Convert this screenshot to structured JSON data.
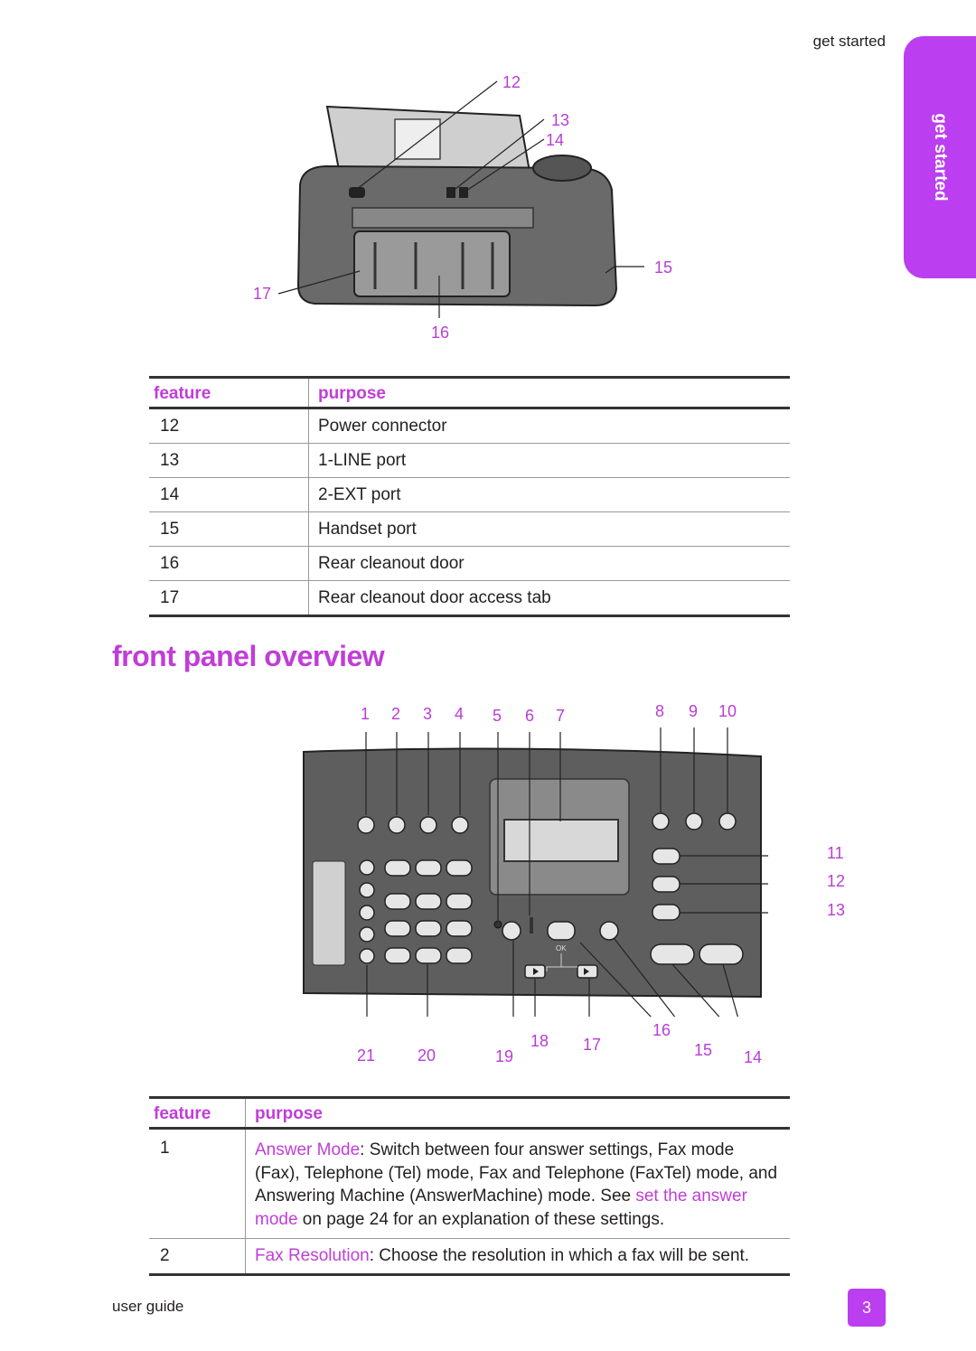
{
  "header": {
    "section": "get started"
  },
  "side_tab": {
    "label": "get started"
  },
  "rear_callouts": [
    "12",
    "13",
    "14",
    "15",
    "16",
    "17"
  ],
  "rear_table": {
    "headers": [
      "feature",
      "purpose"
    ],
    "rows": [
      {
        "feature": "12",
        "purpose": "Power connector"
      },
      {
        "feature": "13",
        "purpose": "1-LINE port"
      },
      {
        "feature": "14",
        "purpose": "2-EXT port"
      },
      {
        "feature": "15",
        "purpose": "Handset port"
      },
      {
        "feature": "16",
        "purpose": "Rear cleanout door"
      },
      {
        "feature": "17",
        "purpose": "Rear cleanout door access tab"
      }
    ]
  },
  "section_title": "front panel overview",
  "front_callouts": [
    "1",
    "2",
    "3",
    "4",
    "5",
    "6",
    "7",
    "8",
    "9",
    "10",
    "11",
    "12",
    "13",
    "14",
    "15",
    "16",
    "17",
    "18",
    "19",
    "20",
    "21"
  ],
  "panel_ok_label": "OK",
  "front_table": {
    "headers": [
      "feature",
      "purpose"
    ],
    "row1": {
      "feature": "1",
      "term": "Answer Mode",
      "text1": ": Switch between four answer settings, Fax mode (Fax), Telephone (Tel) mode, Fax and Telephone (FaxTel) mode, and Answering Machine (AnswerMachine) mode. See ",
      "link": "set the answer mode",
      "text2": " on page 24 for an explanation of these settings."
    },
    "row2": {
      "feature": "2",
      "term": "Fax Resolution",
      "text1": ": Choose the resolution in which a fax will be sent."
    }
  },
  "footer": {
    "left": "user guide",
    "page": "3"
  }
}
